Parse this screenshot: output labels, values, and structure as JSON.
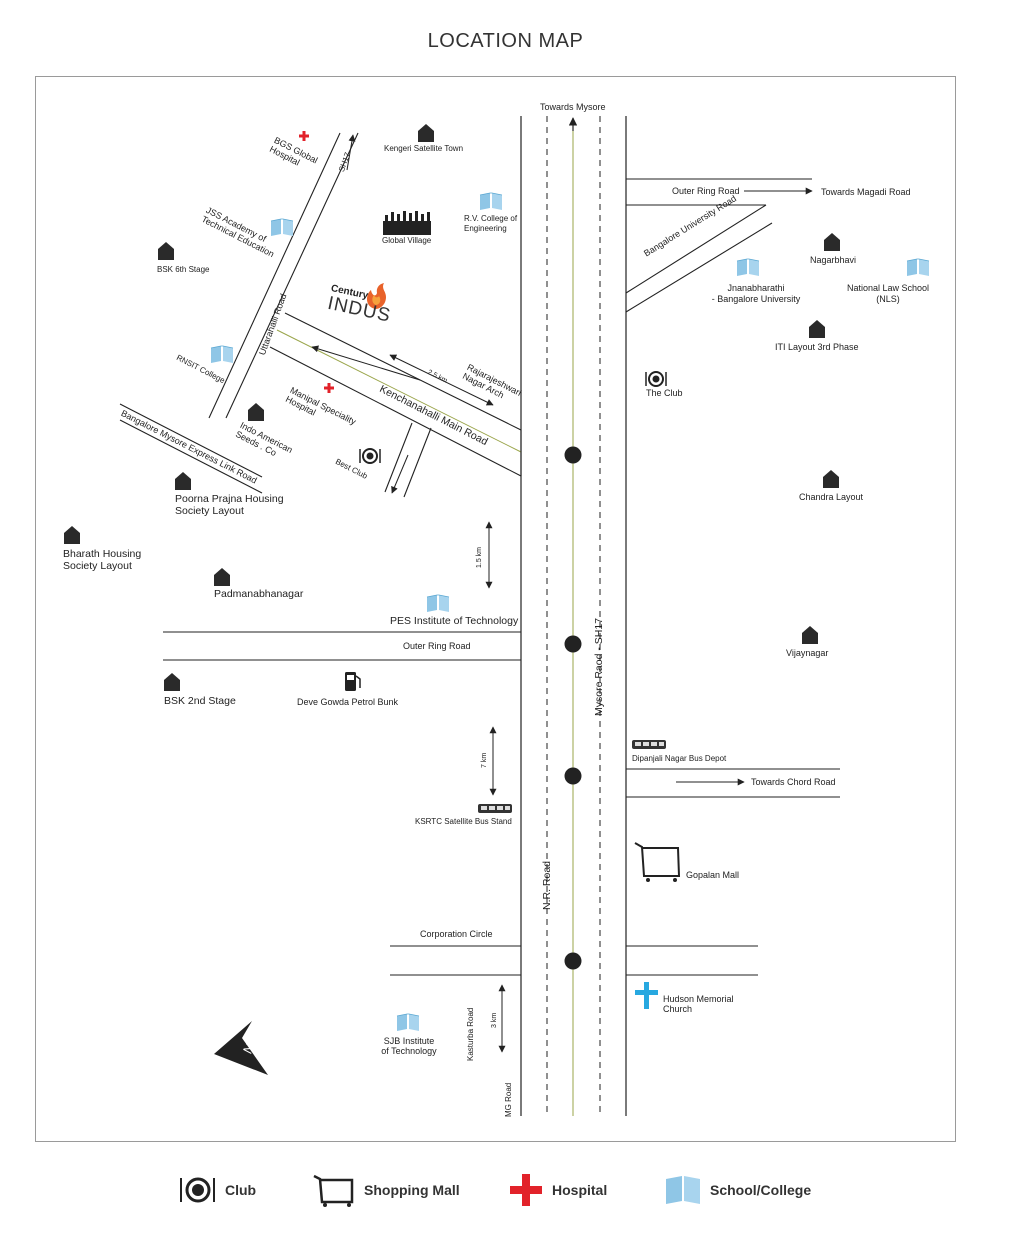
{
  "title": "LOCATION MAP",
  "colors": {
    "road": "#222222",
    "center_line": "#9aa54a",
    "hospital": "#e2222a",
    "school": "#8fc6e6",
    "church": "#27a8e0",
    "project": "#e8622a"
  },
  "project": {
    "brand": "Century",
    "name": "INDUS"
  },
  "roads": {
    "towards_mysore": "Towards Mysore",
    "outer_ring_road_top": "Outer Ring Road",
    "towards_magadi": "Towards Magadi Road",
    "bangalore_university_road": "Bangalore University Road",
    "sh17": "SH17",
    "uttarahalli_road": "Uttarahalli Road",
    "kenchanahalli": "Kenchanahalli Main Road",
    "bm_express_link": "Bangalore Mysore Express Link Road",
    "outer_ring_road_mid": "Outer Ring Road",
    "mysore_road": "Mysore Raod - SH17",
    "nr_road": "N.R. Road",
    "towards_chord": "Towards Chord Road",
    "corporation_circle": "Corporation Circle",
    "kasturba_road": "Kasturba Road",
    "mg_road": "MG Road"
  },
  "distances": {
    "d1": "2.5 km",
    "d2": "1.5 km",
    "d3": "7 km",
    "d4": "3 km"
  },
  "places": {
    "bgs": "BGS Global Hospital",
    "kengeri": "Kengeri Satellite Town",
    "jss": "JSS Academy of Technical Education",
    "rv": "R.V. College of Engineering",
    "global_village": "Global Village",
    "bsk6": "BSK 6th Stage",
    "nagarbhavi": "Nagarbhavi",
    "jnana_1": "Jnanabharathi",
    "jnana_2": "- Bangalore University",
    "nls_1": "National Law School",
    "nls_2": "(NLS)",
    "iti": "ITI Layout 3rd Phase",
    "rnsit": "RNSIT College",
    "rr_arch": "Rajarajeshwari Nagar Arch",
    "the_club": "The Club",
    "manipal": "Manipal Speciality Hospital",
    "indo_american": "Indo American Seeds . Co",
    "best_club": "Best Club",
    "poorna_1": "Poorna Prajna Housing",
    "poorna_2": "Society Layout",
    "bharath_1": "Bharath Housing",
    "bharath_2": "Society Layout",
    "chandra": "Chandra Layout",
    "padmanabha": "Padmanabhanagar",
    "pes": "PES Institute of Technology",
    "vijaynagar": "Vijaynagar",
    "bsk2": "BSK 2nd Stage",
    "deve_gowda": "Deve Gowda Petrol Bunk",
    "dipanjali": "Dipanjali Nagar Bus Depot",
    "ksrtc": "KSRTC Satellite Bus Stand",
    "gopalan": "Gopalan Mall",
    "hudson_1": "Hudson Memorial",
    "hudson_2": "Church",
    "sjb_1": "SJB Institute",
    "sjb_2": "of Technology"
  },
  "compass": "N",
  "legend": [
    {
      "icon": "club-icon",
      "label": "Club"
    },
    {
      "icon": "shopping-mall-icon",
      "label": "Shopping Mall"
    },
    {
      "icon": "hospital-icon",
      "label": "Hospital"
    },
    {
      "icon": "school-icon",
      "label": "School/College"
    }
  ]
}
